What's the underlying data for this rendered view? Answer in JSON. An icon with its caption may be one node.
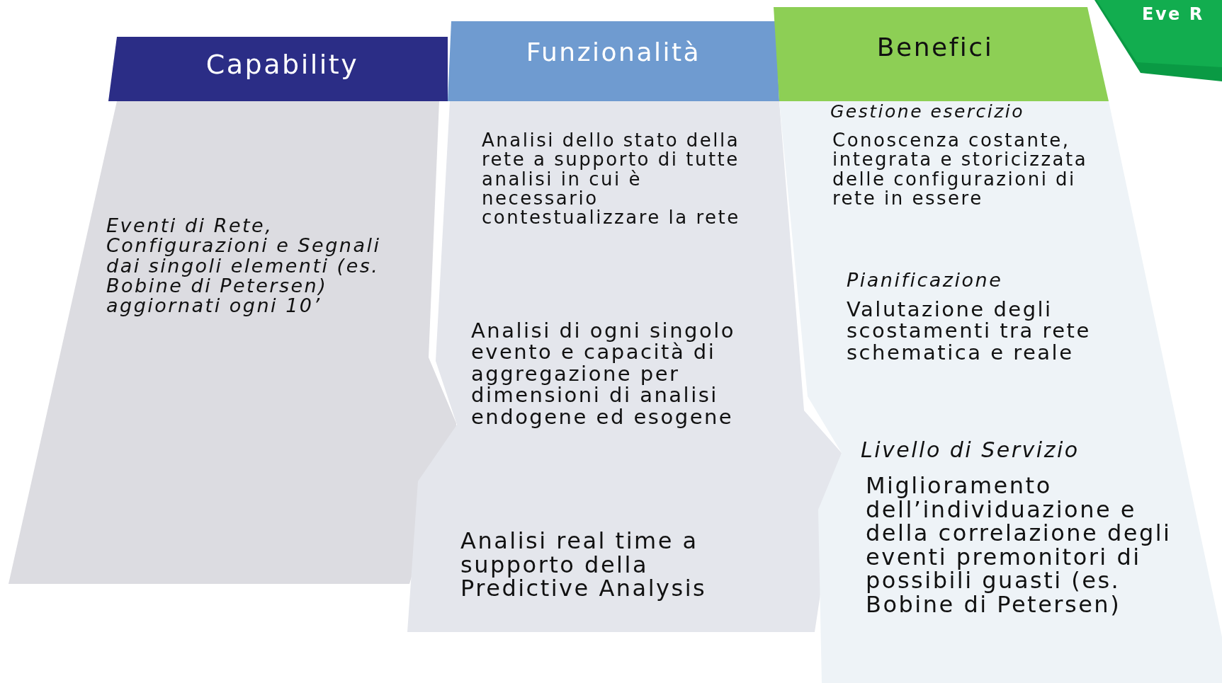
{
  "diagram": {
    "nodes": [
      {
        "text": [
          "Capability",
          "Eventi di Rete, Configurazioni e Segnali dai singoli elementi (es. Bobine di Petersen) aggiornati ogni 10’"
        ]
      },
      {
        "text": [
          "Funzionalità",
          "Analisi dello stato della rete a supporto di tutte analisi in cui è necessario contestualizzare la rete",
          "Analisi di ogni singolo evento e capacità di aggregazione per dimensioni di analisi endogene ed esogene",
          "Analisi real time a supporto della Predictive Analysis"
        ]
      },
      {
        "text": [
          "Benefici",
          "Gestione esercizio",
          "Conoscenza costante, integrata e storicizzata delle configurazioni di rete in essere",
          "Pianificazione",
          "Valutazione degli scostamenti tra rete schematica e reale",
          "Livello di Servizio",
          "Miglioramento dell’individuazione e della correlazione degli eventi premonitori di possibili guasti (es. Bobine di Petersen)"
        ]
      },
      {
        "text": [
          "Eve R"
        ]
      }
    ]
  }
}
